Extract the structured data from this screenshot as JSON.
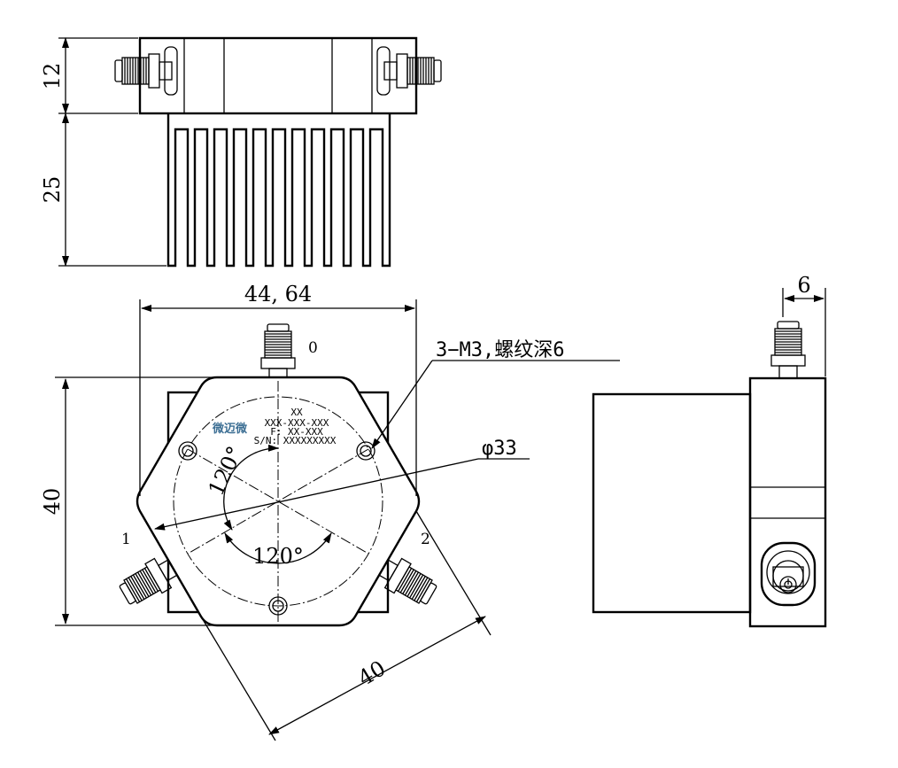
{
  "dimensions": {
    "top_height": "12",
    "fin_height": "25",
    "width": "44, 64",
    "front_height": "40",
    "diagonal": "40",
    "side_connector": "6",
    "bolt_circle": "φ33",
    "thread_note": "3−M3,螺纹深6",
    "angle_a": "120°",
    "angle_b": "120°"
  },
  "ports": {
    "p0": "0",
    "p1": "1",
    "p2": "2"
  },
  "label_plate": {
    "brand": "微迈微",
    "line1": "XX",
    "line2": "XXX-XXX-XXX",
    "line3": "F: XX-XXX",
    "line4": "S/N: XXXXXXXXX"
  },
  "colors": {
    "brand": "#3d6f94",
    "line": "#000000"
  }
}
